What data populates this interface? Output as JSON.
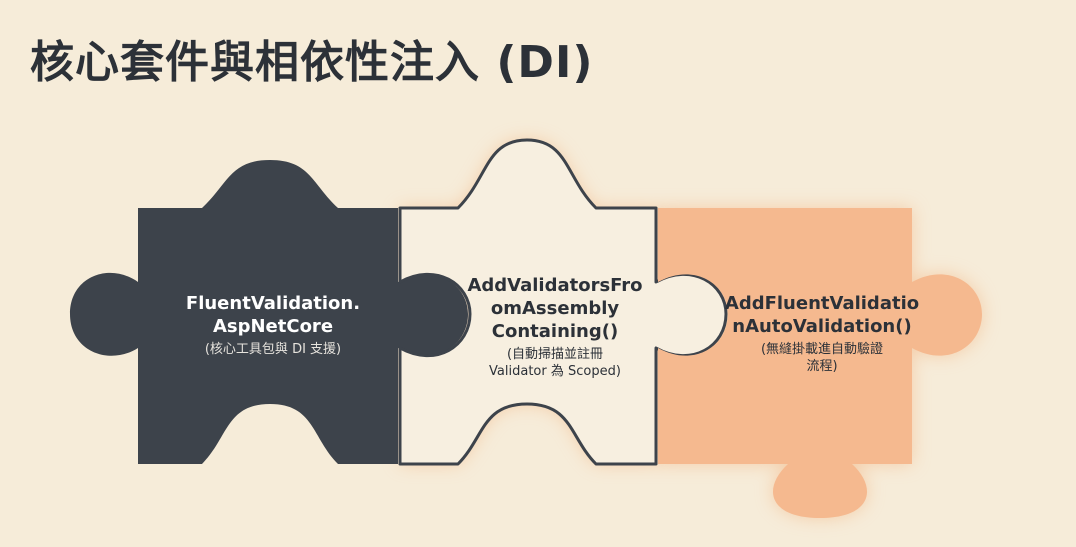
{
  "title": "核心套件與相依性注入 (DI)",
  "colors": {
    "background": "#f6ecd9",
    "dark_piece": "#3d434b",
    "light_piece": "#f7efe0",
    "orange_piece": "#f5b98f",
    "glow": "#f3b27f"
  },
  "pieces": [
    {
      "name": "FluentValidation.\nAspNetCore",
      "description": "(核心工具包與 DI 支援)"
    },
    {
      "name": "AddValidatorsFro\nomAssembly\nContaining()",
      "description": "(自動掃描並註冊\nValidator 為 Scoped)"
    },
    {
      "name": "AddFluentValidatio\nnAutoValidation()",
      "description": "(無縫掛載進自動驗證\n流程)"
    }
  ]
}
